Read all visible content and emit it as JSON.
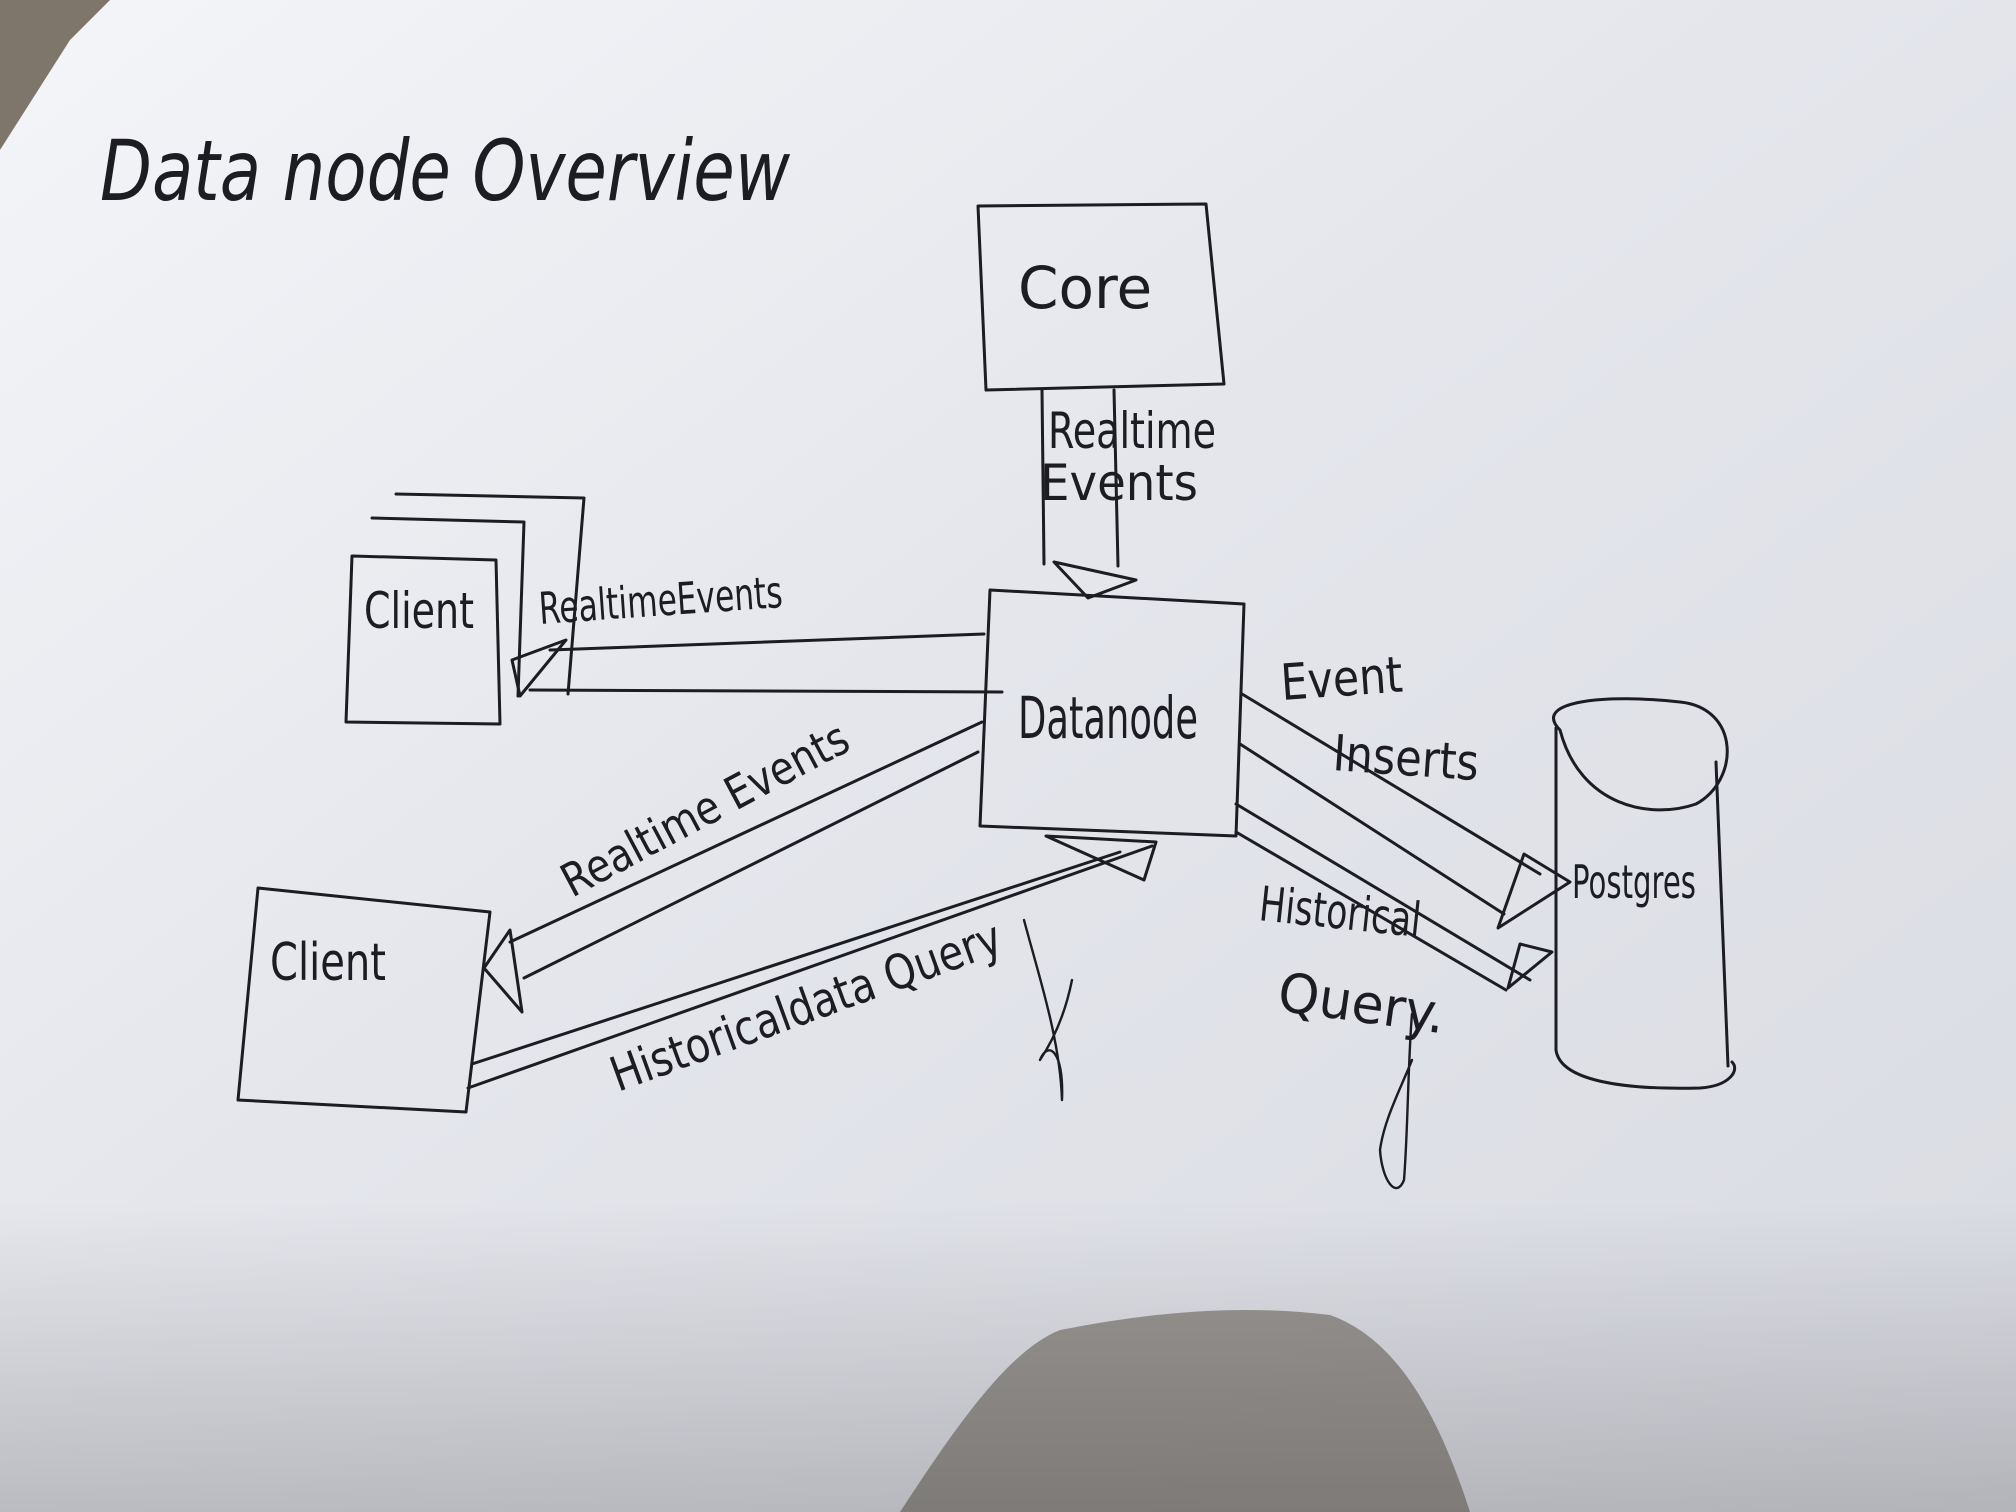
{
  "title": "Data node Overview",
  "nodes": {
    "core": "Core",
    "datanode": "Datanode",
    "client_top": "Client",
    "client_bottom": "Client",
    "postgres": "Postgres"
  },
  "edges": {
    "core_to_datanode": [
      "Realtime",
      "Events"
    ],
    "datanode_to_client_top": "RealtimeEvents",
    "datanode_to_client_bottom": "Realtime Events",
    "client_bottom_to_datanode": "Historicaldata Query",
    "datanode_to_postgres_insert": [
      "Event",
      "Inserts"
    ],
    "datanode_to_postgres_query": [
      "Historical",
      "Query."
    ]
  },
  "colors": {
    "paper": "#e6e8ee",
    "ink": "#1c1c22",
    "background": "#8a7f74"
  }
}
